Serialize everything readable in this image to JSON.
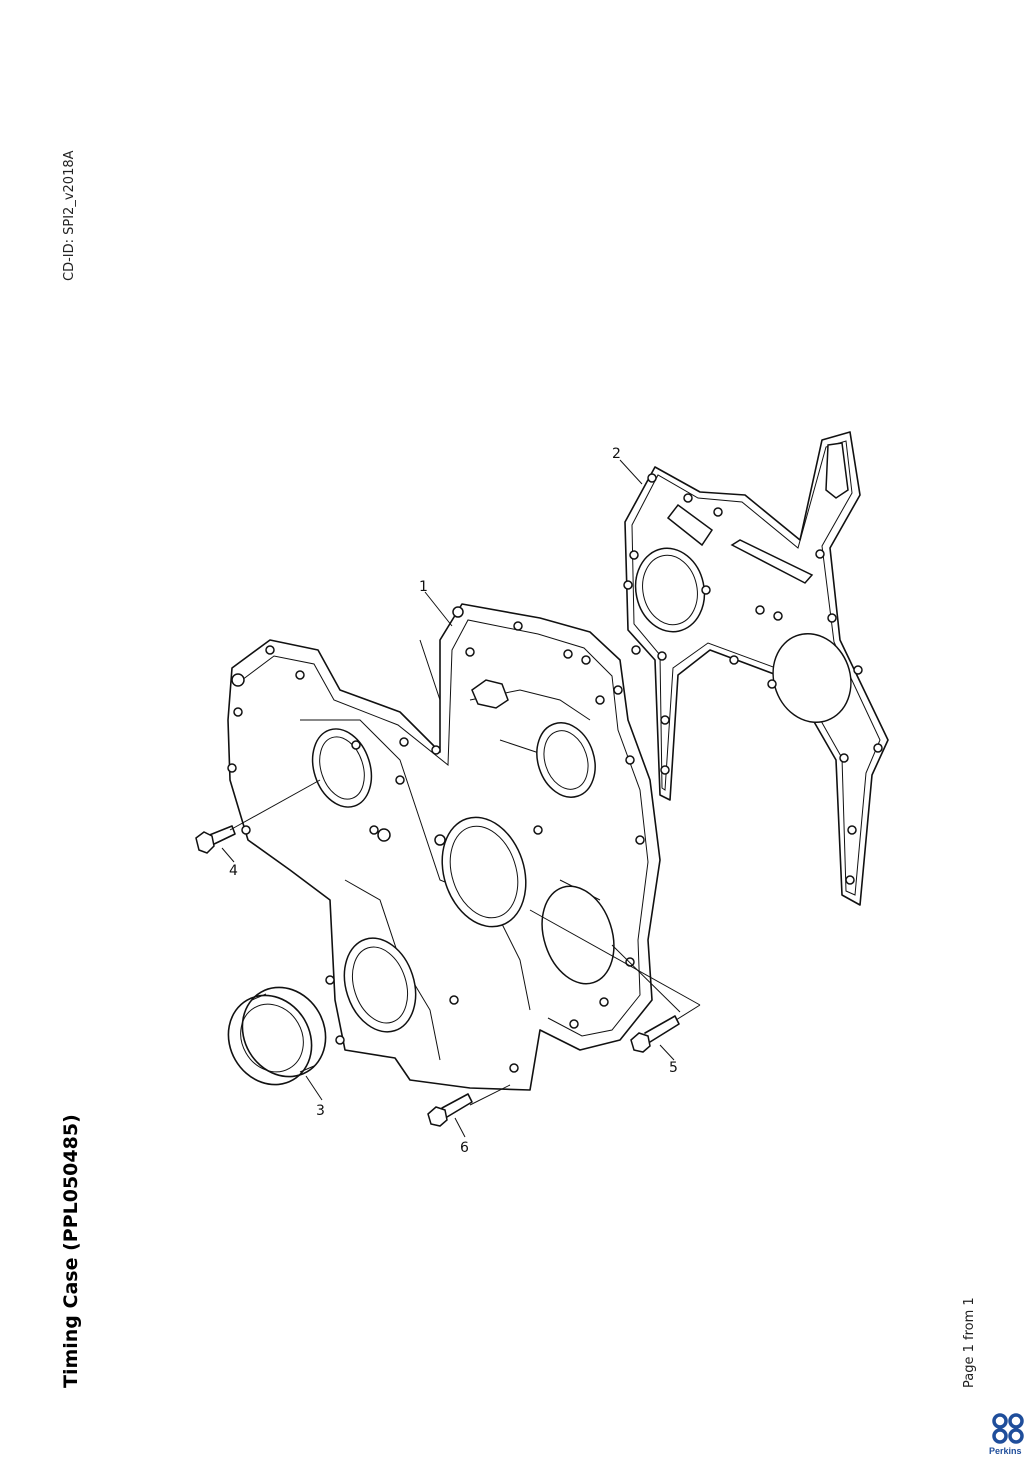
{
  "document": {
    "cd_id": "CD-ID: SPI2_v2018A",
    "title": "Timing Case (PPL050485)",
    "page_info": "Page 1 from 1"
  },
  "brand": {
    "name": "Perkins",
    "color": "#1f4e9b"
  },
  "callouts": [
    "1",
    "2",
    "3",
    "4",
    "5",
    "6"
  ]
}
